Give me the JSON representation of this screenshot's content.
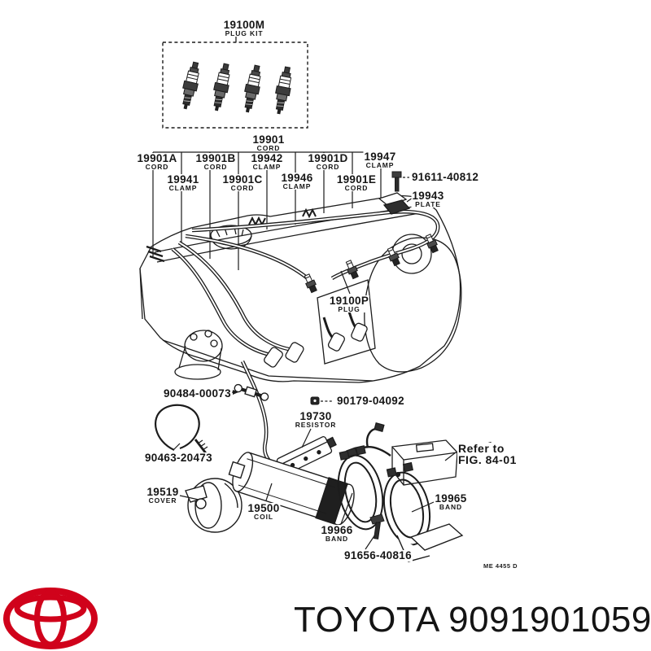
{
  "diagram": {
    "labels": {
      "plug_kit": {
        "number": "19100M",
        "caption": "PLUG KIT"
      },
      "cord_main": {
        "number": "19901",
        "caption": "CORD"
      },
      "cord_a": {
        "number": "19901A",
        "caption": "CORD"
      },
      "cord_b": {
        "number": "19901B",
        "caption": "CORD"
      },
      "clamp_19942": {
        "number": "19942",
        "caption": "CLAMP"
      },
      "cord_d": {
        "number": "19901D",
        "caption": "CORD"
      },
      "clamp_19947": {
        "number": "19947",
        "caption": "CLAMP"
      },
      "clamp_19941": {
        "number": "19941",
        "caption": "CLAMP"
      },
      "cord_c": {
        "number": "19901C",
        "caption": "CORD"
      },
      "clamp_19946": {
        "number": "19946",
        "caption": "CLAMP"
      },
      "cord_e": {
        "number": "19901E",
        "caption": "CORD"
      },
      "bolt_91611": {
        "number": "91611-40812"
      },
      "plate_19943": {
        "number": "19943",
        "caption": "PLATE"
      },
      "plug_19100p": {
        "number": "19100P",
        "caption": "PLUG"
      },
      "bracket_90484": {
        "number": "90484-00073"
      },
      "tie_90463": {
        "number": "90463-20473"
      },
      "resistor_19730": {
        "number": "19730",
        "caption": "RESISTOR"
      },
      "nut_90179": {
        "number": "90179-04092"
      },
      "refer": {
        "line1": "Refer to",
        "line2": "FIG. 84-01"
      },
      "cover_19519": {
        "number": "19519",
        "caption": "COVER"
      },
      "coil_19500": {
        "number": "19500",
        "caption": "COIL"
      },
      "band_19966": {
        "number": "19966",
        "caption": "BAND"
      },
      "band_19965": {
        "number": "19965",
        "caption": "BAND"
      },
      "bolt_91656": {
        "number": "91656-40816"
      }
    },
    "watermark": "ME 4455 D"
  },
  "footer": {
    "brand": "TOYOTA",
    "part_number": "9091901059",
    "brand_color": "#d0021b"
  }
}
